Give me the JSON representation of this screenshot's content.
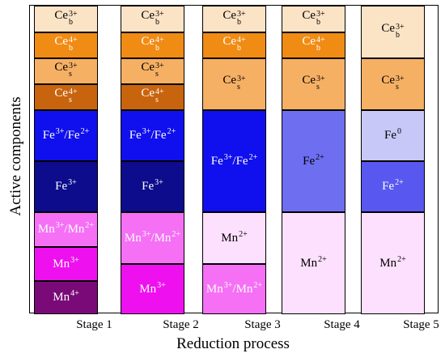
{
  "axes": {
    "y_label": "Active components",
    "x_label": "Reduction process"
  },
  "stages": [
    {
      "label": "Stage 1",
      "segments": [
        {
          "ion": "Ce",
          "sup": "3+",
          "sub": "b",
          "color": "#fbe3c6",
          "text_color": "#000000"
        },
        {
          "ion": "Ce",
          "sup": "4+",
          "sub": "b",
          "color": "#f08c14",
          "text_color": "#ffffff"
        },
        {
          "ion": "Ce",
          "sup": "3+",
          "sub": "s",
          "color": "#f6b064",
          "text_color": "#000000"
        },
        {
          "ion": "Ce",
          "sup": "4+",
          "sub": "s",
          "color": "#c8640e",
          "text_color": "#ffffff"
        },
        {
          "pair": [
            "Fe",
            "3+",
            "Fe",
            "2+"
          ],
          "color": "#1010ee",
          "text_color": "#ffffff"
        },
        {
          "ion": "Fe",
          "sup": "3+",
          "color": "#0c0c8c",
          "text_color": "#ffffff"
        },
        {
          "pair": [
            "Mn",
            "3+",
            "Mn",
            "2+"
          ],
          "color": "#f570f5",
          "text_color": "#ffffff"
        },
        {
          "ion": "Mn",
          "sup": "3+",
          "color": "#ee10ee",
          "text_color": "#ffffff"
        },
        {
          "ion": "Mn",
          "sup": "4+",
          "color": "#7a0a78",
          "text_color": "#ffffff"
        }
      ]
    },
    {
      "label": "Stage 2",
      "segments": [
        {
          "ion": "Ce",
          "sup": "3+",
          "sub": "b",
          "color": "#fbe3c6",
          "text_color": "#000000"
        },
        {
          "ion": "Ce",
          "sup": "4+",
          "sub": "b",
          "color": "#f08c14",
          "text_color": "#ffffff"
        },
        {
          "ion": "Ce",
          "sup": "3+",
          "sub": "s",
          "color": "#f6b064",
          "text_color": "#000000"
        },
        {
          "ion": "Ce",
          "sup": "4+",
          "sub": "s",
          "color": "#c8640e",
          "text_color": "#ffffff"
        },
        {
          "pair": [
            "Fe",
            "3+",
            "Fe",
            "2+"
          ],
          "color": "#1010ee",
          "text_color": "#ffffff"
        },
        {
          "ion": "Fe",
          "sup": "3+",
          "color": "#0c0c8c",
          "text_color": "#ffffff"
        },
        {
          "pair": [
            "Mn",
            "3+",
            "Mn",
            "2+"
          ],
          "color": "#f570f5",
          "text_color": "#ffffff"
        },
        {
          "ion": "Mn",
          "sup": "3+",
          "color": "#ee10ee",
          "text_color": "#ffffff"
        }
      ]
    },
    {
      "label": "Stage 3",
      "segments": [
        {
          "ion": "Ce",
          "sup": "3+",
          "sub": "b",
          "color": "#fbe3c6",
          "text_color": "#000000"
        },
        {
          "ion": "Ce",
          "sup": "4+",
          "sub": "b",
          "color": "#f08c14",
          "text_color": "#ffffff"
        },
        {
          "ion": "Ce",
          "sup": "3+",
          "sub": "s",
          "color": "#f6b064",
          "text_color": "#000000"
        },
        {
          "pair": [
            "Fe",
            "3+",
            "Fe",
            "2+"
          ],
          "color": "#1010ee",
          "text_color": "#ffffff"
        },
        {
          "ion": "Mn",
          "sup": "2+",
          "color": "#fde0fd",
          "text_color": "#000000"
        },
        {
          "pair": [
            "Mn",
            "3+",
            "Mn",
            "2+"
          ],
          "color": "#f570f5",
          "text_color": "#ffffff"
        }
      ]
    },
    {
      "label": "Stage 4",
      "segments": [
        {
          "ion": "Ce",
          "sup": "3+",
          "sub": "b",
          "color": "#fbe3c6",
          "text_color": "#000000"
        },
        {
          "ion": "Ce",
          "sup": "4+",
          "sub": "b",
          "color": "#f08c14",
          "text_color": "#ffffff"
        },
        {
          "ion": "Ce",
          "sup": "3+",
          "sub": "s",
          "color": "#f6b064",
          "text_color": "#000000"
        },
        {
          "ion": "Fe",
          "sup": "2+",
          "color": "#6e6ef0",
          "text_color": "#000000"
        },
        {
          "ion": "Mn",
          "sup": "2+",
          "color": "#fde0fd",
          "text_color": "#000000"
        }
      ]
    },
    {
      "label": "Stage 5",
      "segments": [
        {
          "ion": "Ce",
          "sup": "3+",
          "sub": "b",
          "color": "#fbe3c6",
          "text_color": "#000000"
        },
        {
          "ion": "Ce",
          "sup": "3+",
          "sub": "s",
          "color": "#f6b064",
          "text_color": "#000000"
        },
        {
          "ion": "Fe",
          "sup": "0",
          "color": "#c8c8f8",
          "text_color": "#000000"
        },
        {
          "ion": "Fe",
          "sup": "2+",
          "color": "#5858f0",
          "text_color": "#ffffff"
        },
        {
          "ion": "Mn",
          "sup": "2+",
          "color": "#fde0fd",
          "text_color": "#000000"
        }
      ]
    }
  ]
}
